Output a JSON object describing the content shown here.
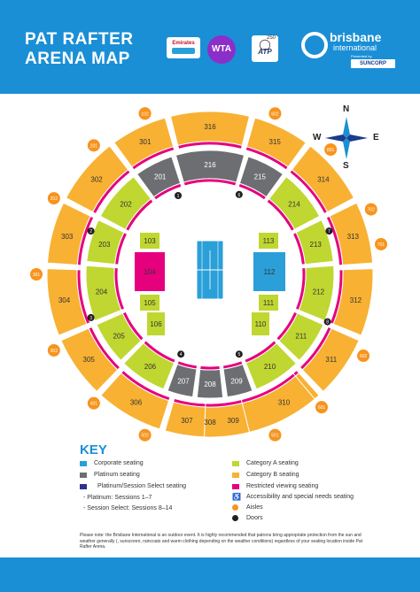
{
  "header": {
    "title_line1": "PAT RAFTER",
    "title_line2": "ARENA MAP",
    "logos": {
      "emirates": "Emirates",
      "wta": "WTA",
      "atp_number": "250",
      "atp": "ATP",
      "brand_line1": "brisbane",
      "brand_line2": "international",
      "presented": "Presented by",
      "sponsor": "SUNCORP"
    }
  },
  "compass": {
    "n": "N",
    "s": "S",
    "e": "E",
    "w": "W"
  },
  "colors": {
    "blue": "#1a8fd6",
    "category_a": "#bfd730",
    "category_b": "#f8b133",
    "restricted": "#e6007e",
    "platinum": "#6d6e71",
    "corporate": "#2a9fd8",
    "session": "#2e3192",
    "aisle": "#f7941d",
    "door": "#231f20"
  },
  "outer_labels": [
    "101",
    "602",
    "801",
    "702",
    "701",
    "602",
    "601",
    "501",
    "502",
    "401",
    "302",
    "301",
    "202",
    "201",
    "102"
  ],
  "gates": [
    "1",
    "2",
    "3",
    "4",
    "5",
    "6",
    "7",
    "8"
  ],
  "sections": {
    "s316": "316",
    "s315": "315",
    "s301": "301",
    "s314": "314",
    "s302": "302",
    "s313": "313",
    "s303": "303",
    "s312": "312",
    "s304": "304",
    "s311": "311",
    "s305": "305",
    "s310": "310",
    "s306": "306",
    "s309": "309",
    "s307": "307",
    "s308": "308",
    "s216": "216",
    "s201": "201",
    "s215": "215",
    "s214": "214",
    "s202": "202",
    "s213": "213",
    "s203": "203",
    "s212": "212",
    "s204": "204",
    "s211": "211",
    "s205": "205",
    "s210": "210",
    "s206": "206",
    "s209": "209",
    "s207": "207",
    "s208": "208",
    "s103": "103",
    "s104": "104",
    "s105": "105",
    "s106": "106",
    "s113": "113",
    "s112": "112",
    "s111": "111",
    "s110": "110"
  },
  "key": {
    "title": "KEY",
    "corporate": "Corporate seating",
    "platinum": "Platinum seating",
    "session": "Platinum/Session Select seating",
    "sub1": "- Platinum: Sessions 1–7",
    "sub2": "- Session Select: Sessions 8–14",
    "cat_a": "Category A seating",
    "cat_b": "Category B seating",
    "restricted": "Restricted viewing seating",
    "accessibility": "Accessibility and special needs seating",
    "aisles": "Aisles",
    "doors": "Doors"
  },
  "note": "Please note: the Brisbane International is an outdoor event. It is highly recommended that patrons bring appropriate protection from the sun and weather generally (, sunscreen, raincoats and warm clothing depending on the weather conditions) regardless of your seating location inside Pat Rafter Arena."
}
